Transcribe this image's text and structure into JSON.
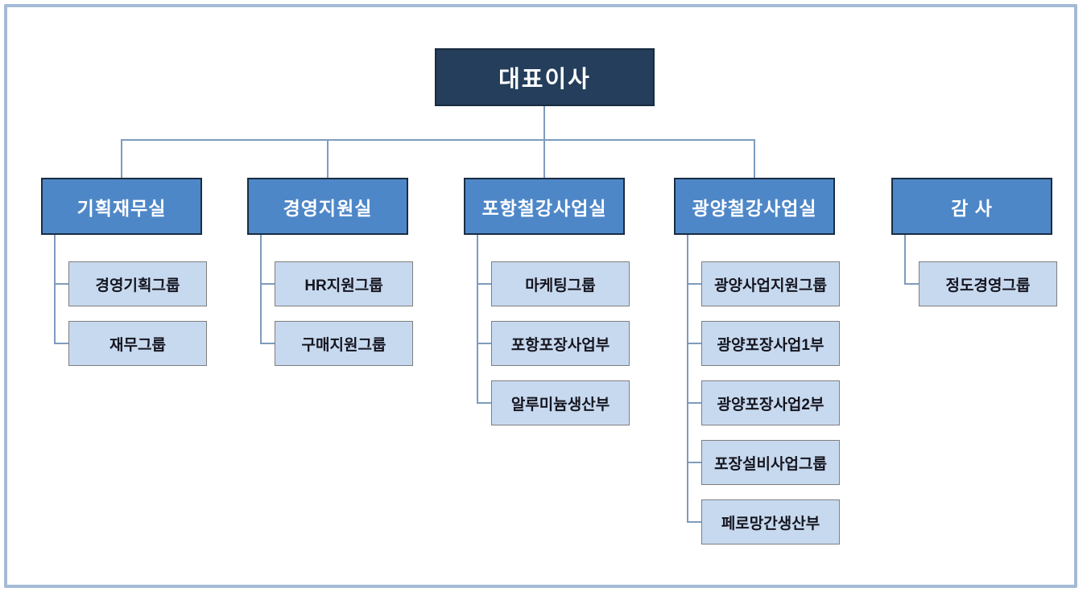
{
  "org": {
    "root": {
      "label": "대표이사"
    },
    "departments": [
      {
        "label": "기획재무실",
        "connected_to_root": true,
        "children": [
          "경영기획그룹",
          "재무그룹"
        ]
      },
      {
        "label": "경영지원실",
        "connected_to_root": true,
        "children": [
          "HR지원그룹",
          "구매지원그룹"
        ]
      },
      {
        "label": "포항철강사업실",
        "connected_to_root": true,
        "children": [
          "마케팅그룹",
          "포항포장사업부",
          "알루미늄생산부"
        ]
      },
      {
        "label": "광양철강사업실",
        "connected_to_root": true,
        "children": [
          "광양사업지원그룹",
          "광양포장사업1부",
          "광양포장사업2부",
          "포장설비사업그룹",
          "페로망간생산부"
        ]
      },
      {
        "label": "감 사",
        "connected_to_root": false,
        "children": [
          "정도경영그룹"
        ]
      }
    ]
  },
  "colors": {
    "root_fill": "#243E5B",
    "root_border": "#182B40",
    "root_text": "#FFFFFF",
    "dept_fill": "#4E87C8",
    "dept_border": "#1A2C42",
    "dept_text": "#FFFFFF",
    "child_fill": "#C7D9EF",
    "child_border": "#7F7F7F",
    "child_text": "#15151F",
    "connector": "#7E9BBD",
    "frame_border": "#A4BAD6",
    "background": "#FFFFFF"
  }
}
